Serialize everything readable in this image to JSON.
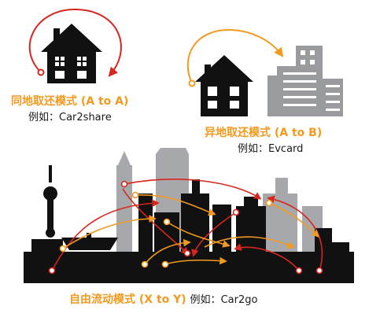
{
  "modes": [
    {
      "title": "同地取还模式 (A to A)",
      "example_prefix": "例如：",
      "example_brand": "Car2share"
    },
    {
      "title": "异地取还模式 (A to B)",
      "example_prefix": "例如：",
      "example_brand": "Evcard"
    },
    {
      "title": "自由流动模式 (X to Y)",
      "example_prefix": "例如：",
      "example_brand": "Car2go"
    }
  ],
  "colors": {
    "orange": "#f29a1f",
    "red": "#d7261e",
    "black": "#111111",
    "gray": "#9a9b9e"
  },
  "icons": [
    "house-icon",
    "office-building-icon",
    "city-skyline-icon",
    "curved-arrow-icon"
  ]
}
